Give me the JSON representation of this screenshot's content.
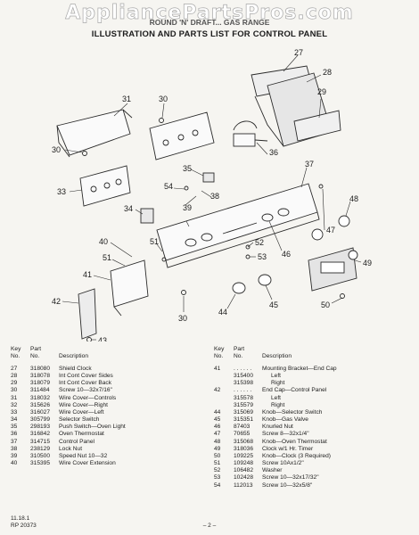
{
  "watermark": "AppliancePartsPros.com",
  "heading_top": "ROUND 'N' DRAFT... GAS RANGE",
  "title": "ILLUSTRATION AND PARTS LIST FOR CONTROL PANEL",
  "callouts": [
    "27",
    "28",
    "29",
    "30",
    "31",
    "30",
    "33",
    "34",
    "35",
    "36",
    "37",
    "38",
    "39",
    "40",
    "41",
    "42",
    "43",
    "44",
    "45",
    "46",
    "47",
    "48",
    "49",
    "50",
    "51",
    "51",
    "52",
    "53",
    "54",
    "30"
  ],
  "col_headers": {
    "key": "Key\nNo.",
    "part": "Part\nNo.",
    "desc": "Description"
  },
  "parts_left": [
    {
      "key": "27",
      "part": "318080",
      "desc": "Shield Clock"
    },
    {
      "key": "28",
      "part": "318078",
      "desc": "Int Cont Cover Sides"
    },
    {
      "key": "29",
      "part": "318079",
      "desc": "Int Cont Cover Back"
    },
    {
      "key": "30",
      "part": "311484",
      "desc": "Screw 10—32x7/16\""
    },
    {
      "key": "31",
      "part": "318032",
      "desc": "Wire Cover—Controls"
    },
    {
      "key": "32",
      "part": "315626",
      "desc": "Wire Cover—Right"
    },
    {
      "key": "33",
      "part": "316027",
      "desc": "Wire Cover—Left"
    },
    {
      "key": "34",
      "part": "305799",
      "desc": "Selector Switch"
    },
    {
      "key": "35",
      "part": "298193",
      "desc": "Push Switch—Oven Light"
    },
    {
      "key": "36",
      "part": "316842",
      "desc": "Oven Thermostat"
    },
    {
      "key": "37",
      "part": "314715",
      "desc": "Control Panel"
    },
    {
      "key": "38",
      "part": "238129",
      "desc": "Lock Nut"
    },
    {
      "key": "39",
      "part": "310500",
      "desc": "Speed Nut 10—32"
    },
    {
      "key": "40",
      "part": "315395",
      "desc": "Wire Cover Extension"
    }
  ],
  "parts_right": [
    {
      "key": "41",
      "part": ". . . . . .",
      "desc": "Mounting Bracket—End Cap",
      "indent": false
    },
    {
      "key": "",
      "part": "315400",
      "desc": "Left",
      "indent": true
    },
    {
      "key": "",
      "part": "315398",
      "desc": "Right",
      "indent": true
    },
    {
      "key": "42",
      "part": ". . . . . .",
      "desc": "End Cap—Control Panel",
      "indent": false
    },
    {
      "key": "",
      "part": "315578",
      "desc": "Left",
      "indent": true
    },
    {
      "key": "",
      "part": "315579",
      "desc": "Right",
      "indent": true
    },
    {
      "key": "44",
      "part": "315069",
      "desc": "Knob—Selector Switch",
      "indent": false
    },
    {
      "key": "45",
      "part": "315351",
      "desc": "Knob—Gas Valve",
      "indent": false
    },
    {
      "key": "46",
      "part": "87403",
      "desc": "Knurled Nut",
      "indent": false
    },
    {
      "key": "47",
      "part": "70655",
      "desc": "Screw 8—32x1/4\"",
      "indent": false
    },
    {
      "key": "48",
      "part": "315068",
      "desc": "Knob—Oven Thermostat",
      "indent": false
    },
    {
      "key": "49",
      "part": "318036",
      "desc": "Clock w/1 Hr. Timer",
      "indent": false
    },
    {
      "key": "50",
      "part": "109225",
      "desc": "Knob—Clock (3 Required)",
      "indent": false
    },
    {
      "key": "51",
      "part": "109248",
      "desc": "Screw 10Ax1/2\"",
      "indent": false
    },
    {
      "key": "52",
      "part": "106482",
      "desc": "Washer",
      "indent": false
    },
    {
      "key": "53",
      "part": "102428",
      "desc": "Screw 10—32x17/32\"",
      "indent": false
    },
    {
      "key": "54",
      "part": "112013",
      "desc": "Screw 10—32x5/8\"",
      "indent": false
    }
  ],
  "footer": {
    "date": "11.18.1",
    "ref": "RP 20373",
    "page": "– 2 –"
  }
}
